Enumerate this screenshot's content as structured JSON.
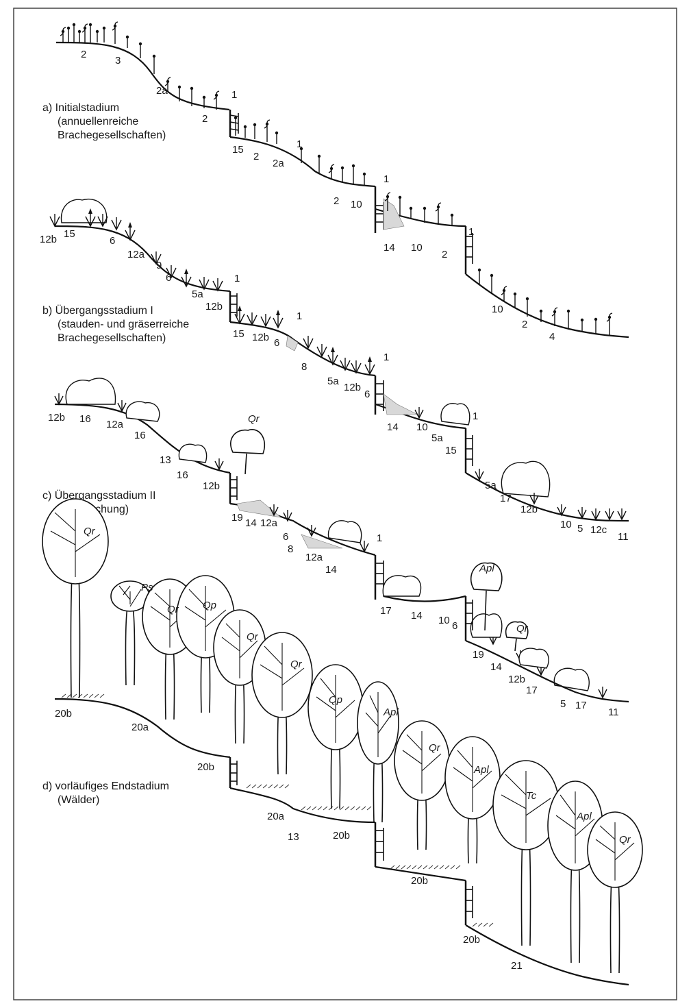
{
  "stages": {
    "a": {
      "title_lines": [
        "a) Initialstadium",
        "(annuellenreiche",
        "Brachegesellschaften)"
      ]
    },
    "b": {
      "title_lines": [
        "b) Übergangsstadium I",
        "(stauden- und gräserreiche",
        "Brachegesellschaften)"
      ]
    },
    "c": {
      "title_lines": [
        "c) Übergangsstadium II",
        "(Verbuschung)"
      ]
    },
    "d": {
      "title_lines": [
        "d) vorläufiges Endstadium",
        "(Wälder)"
      ]
    }
  },
  "labels_a": [
    "2",
    "3",
    "2a",
    "2",
    "1",
    "15",
    "2",
    "2a",
    "1",
    "2",
    "10",
    "1",
    "14",
    "10",
    "2",
    "1",
    "10",
    "2",
    "4"
  ],
  "labels_b": [
    "12b",
    "15",
    "6",
    "12a",
    "9",
    "6",
    "5a",
    "12b",
    "1",
    "15",
    "12b",
    "6",
    "1",
    "8",
    "5a",
    "12b",
    "6",
    "1"
  ],
  "labels_c": [
    "12b",
    "16",
    "12a",
    "16",
    "13",
    "16",
    "12b",
    "Qr",
    "19",
    "14",
    "12a",
    "6",
    "8",
    "12a",
    "14",
    "1",
    "14",
    "10",
    "5a",
    "15",
    "1",
    "5a",
    "17",
    "12b",
    "10",
    "5",
    "12c",
    "11",
    "17",
    "14",
    "10",
    "6",
    "Apl",
    "19",
    "Qr",
    "14",
    "12b",
    "17",
    "5",
    "17",
    "11"
  ],
  "labels_d": [
    "Qr",
    "Ps",
    "Qr",
    "Qp",
    "Qr",
    "Qr",
    "Qp",
    "Apl",
    "20b",
    "20a",
    "20b",
    "20a",
    "13",
    "20b",
    "Qr",
    "Apl",
    "Tc",
    "Apl",
    "Qr",
    "20b",
    "20b",
    "21"
  ]
}
